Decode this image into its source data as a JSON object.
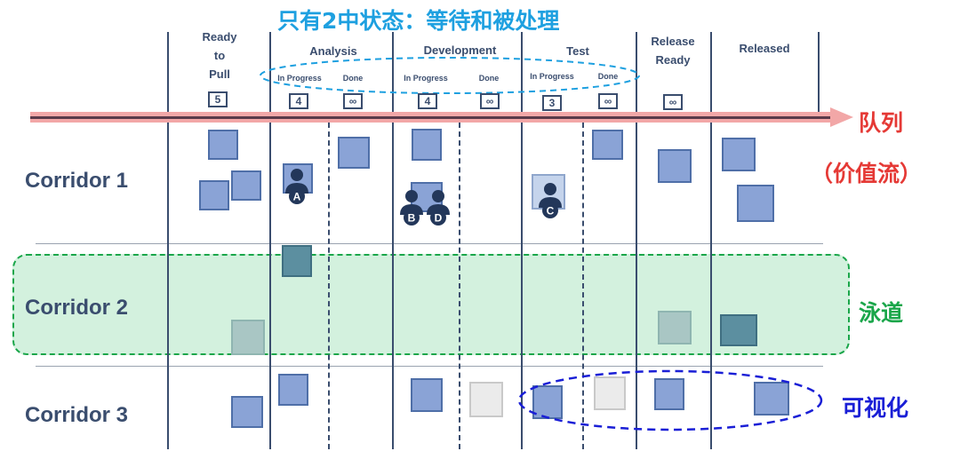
{
  "title": "只有2中状态：等待和被处理",
  "columns": {
    "ready_to_pull": {
      "line1": "Ready",
      "line2": "to",
      "line3": "Pull",
      "wip": "5"
    },
    "analysis": {
      "label": "Analysis",
      "in_progress": "In Progress",
      "done": "Done",
      "wip": "4",
      "done_wip": "∞"
    },
    "development": {
      "label": "Development",
      "in_progress": "In Progress",
      "done": "Done",
      "wip": "4",
      "done_wip": "∞"
    },
    "test": {
      "label": "Test",
      "in_progress": "In Progress",
      "done": "Done",
      "wip": "3",
      "done_wip": "∞"
    },
    "release_ready": {
      "line1": "Release",
      "line2": "Ready",
      "wip": "∞"
    },
    "released": {
      "label": "Released"
    }
  },
  "rows": [
    "Corridor 1",
    "Corridor 2",
    "Corridor 3"
  ],
  "avatars": [
    "A",
    "B",
    "D",
    "C"
  ],
  "annotations": {
    "queue_line1": "队列",
    "queue_line2": "（价值流）",
    "swimlane": "泳道",
    "visualize": "可视化"
  },
  "colors": {
    "board_ink": "#3a4d6e",
    "card_blue": "#8aa3d6",
    "card_teal": "#5c8fa0",
    "card_pale": "#a9c6c4",
    "card_gray": "#ebebeb",
    "arrow": "#f2a7a7",
    "title": "#1ea0e0",
    "queue_red": "#e53935",
    "swimlane_green": "#1aa64a",
    "visualize_blue": "#1a1fd6"
  }
}
